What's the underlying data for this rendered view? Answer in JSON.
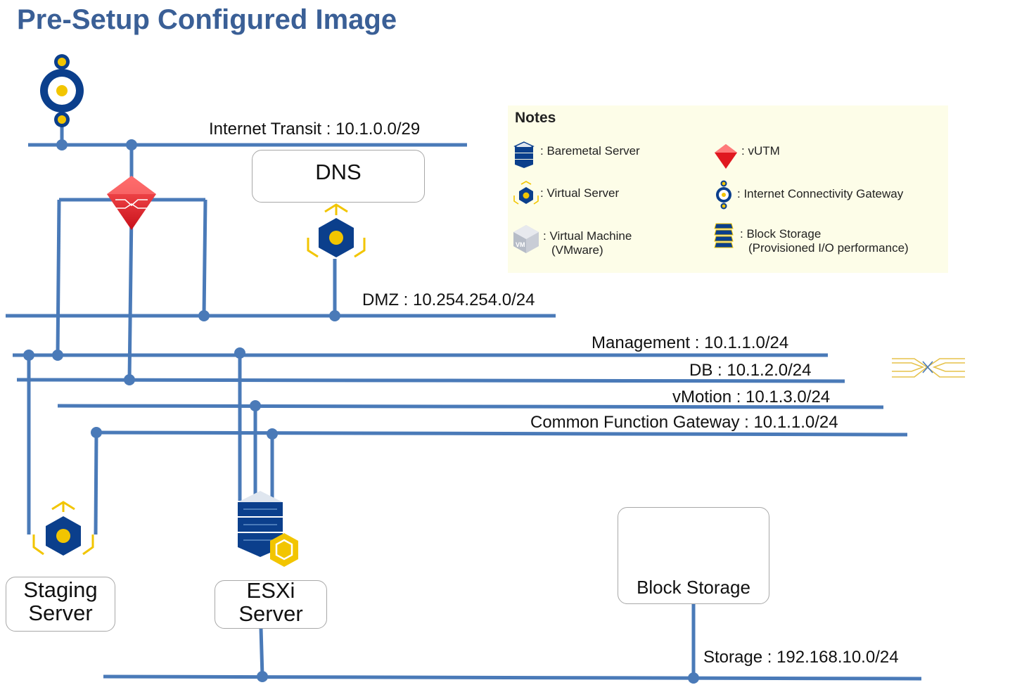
{
  "title": "Pre-Setup Configured Image",
  "networks": {
    "internet_transit": "Internet Transit : 10.1.0.0/29",
    "dmz": "DMZ : 10.254.254.0/24",
    "management": "Management : 10.1.1.0/24",
    "db": "DB : 10.1.2.0/24",
    "vmotion": "vMotion : 10.1.3.0/24",
    "common_function_gateway": "Common Function Gateway : 10.1.1.0/24",
    "storage": "Storage : 192.168.10.0/24"
  },
  "nodes": {
    "dns": "DNS",
    "staging_line1": "Staging",
    "staging_line2": "Server",
    "esxi_line1": "ESXi",
    "esxi_line2": "Server",
    "block_storage": "Block Storage"
  },
  "notes": {
    "title": "Notes",
    "baremetal": ": Baremetal Server",
    "virtual_server": ": Virtual Server",
    "virtual_machine_line1": ": Virtual Machine",
    "virtual_machine_line2": "(VMware)",
    "vutm": ": vUTM",
    "internet_gateway": ": Internet Connectivity Gateway",
    "block_storage_line1": ": Block Storage",
    "block_storage_line2": "(Provisioned I/O performance)"
  },
  "colors": {
    "line": "#4a7ab8",
    "navy": "#0b3f8c",
    "yellow": "#f2c500",
    "red": "#e01820",
    "title": "#3a5f96"
  }
}
